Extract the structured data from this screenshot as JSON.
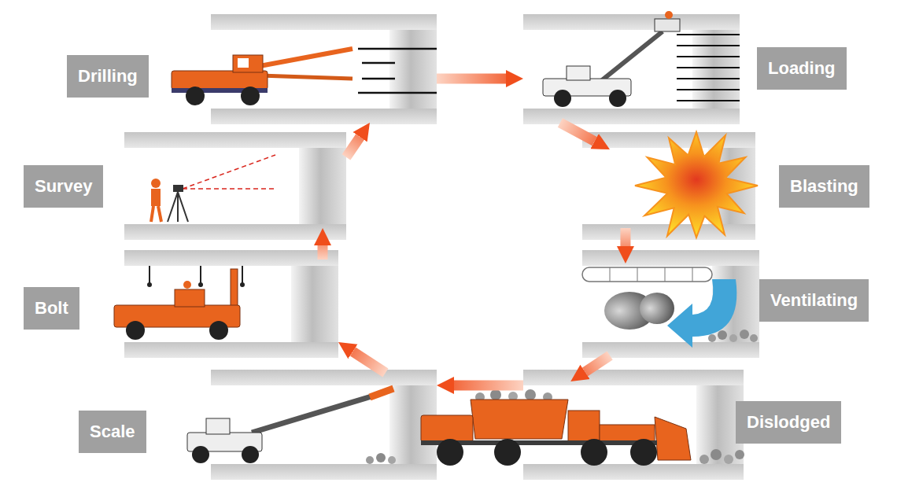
{
  "diagram": {
    "nodes": [
      {
        "text": [
          "Drilling"
        ]
      },
      {
        "text": [
          "Loading"
        ]
      },
      {
        "text": [
          "Blasting"
        ]
      },
      {
        "text": [
          "Ventilating"
        ]
      },
      {
        "text": [
          "Dislodged"
        ]
      },
      {
        "text": [
          "Scale"
        ]
      },
      {
        "text": [
          "Bolt"
        ]
      },
      {
        "text": [
          "Survey"
        ]
      }
    ],
    "edges": [
      {
        "from": 0,
        "to": 1,
        "arrow": "to"
      },
      {
        "from": 1,
        "to": 2,
        "arrow": "to"
      },
      {
        "from": 2,
        "to": 3,
        "arrow": "to"
      },
      {
        "from": 3,
        "to": 4,
        "arrow": "to"
      },
      {
        "from": 4,
        "to": 5,
        "arrow": "to"
      },
      {
        "from": 5,
        "to": 6,
        "arrow": "to"
      },
      {
        "from": 6,
        "to": 7,
        "arrow": "to"
      },
      {
        "from": 7,
        "to": 0,
        "arrow": "to"
      }
    ]
  }
}
